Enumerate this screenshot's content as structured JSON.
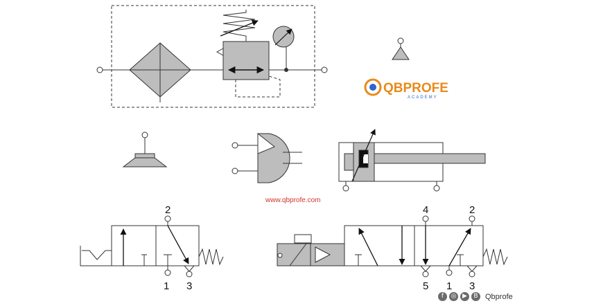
{
  "logo": {
    "name": "QBPROFE",
    "tagline": "ACADEMY",
    "colors": {
      "orange": "#e88a1a",
      "blue": "#2f66c8"
    }
  },
  "website": "www.qbprofe.com",
  "social": {
    "handle": "Qbprofe",
    "icons": [
      "facebook-icon",
      "instagram-icon",
      "youtube-icon",
      "blogger-icon"
    ]
  },
  "valve_3_2": {
    "port_labels": [
      "2",
      "1",
      "3"
    ]
  },
  "valve_5_2": {
    "port_labels": [
      "4",
      "2",
      "5",
      "1",
      "3"
    ]
  },
  "colors": {
    "fill": "#bdbdbd",
    "stroke": "#333333",
    "accent": "#d0342c"
  }
}
